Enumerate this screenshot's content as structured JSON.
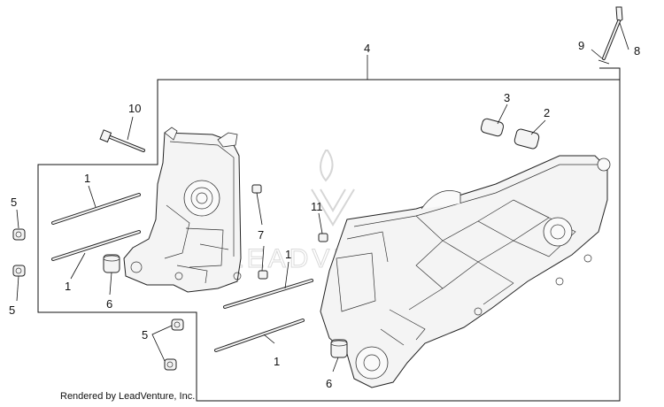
{
  "callouts": {
    "c1a": "1",
    "c1b": "1",
    "c1c": "1",
    "c2": "2",
    "c3": "3",
    "c4": "4",
    "c5a": "5",
    "c5b": "5",
    "c5c": "5",
    "c6a": "6",
    "c6b": "6",
    "c7": "7",
    "c8": "8",
    "c9": "9",
    "c10": "10",
    "c11": "11"
  },
  "footer": "Rendered by LeadVenture, Inc.",
  "watermark": "LEADVENTURE",
  "colors": {
    "line": "#111111",
    "part_fill": "#f4f4f4",
    "watermark": "#d6d6d6"
  }
}
